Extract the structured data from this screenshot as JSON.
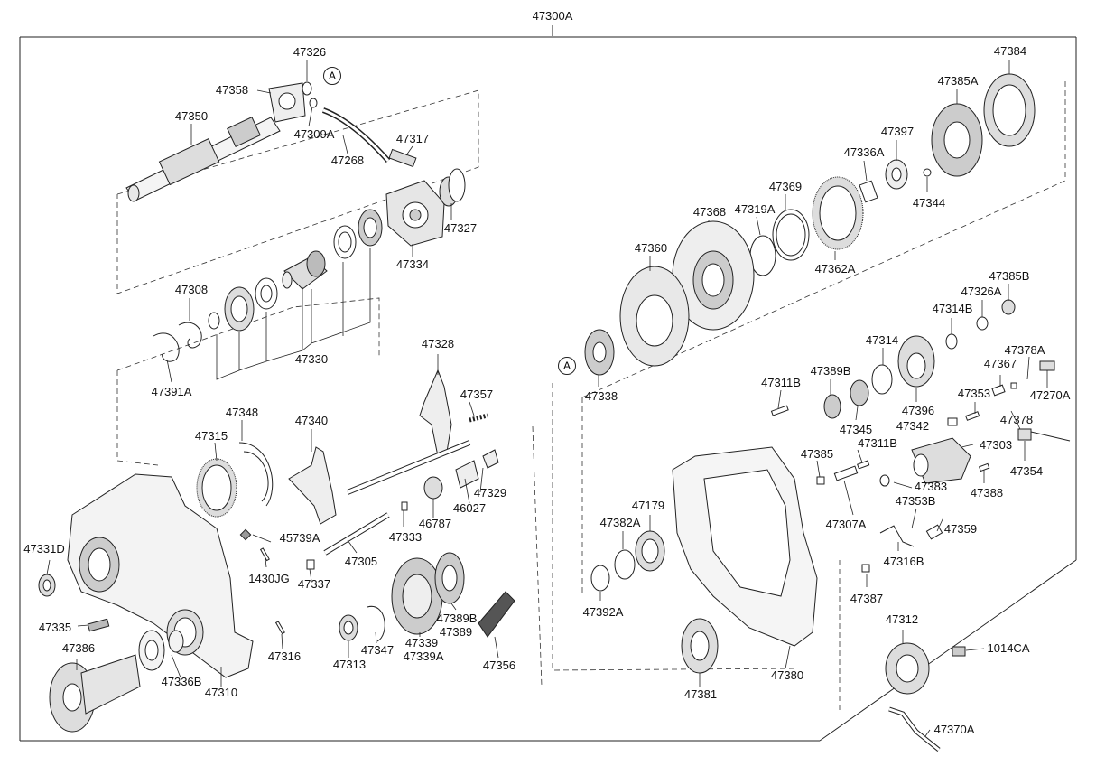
{
  "title": "47300A",
  "ref_marker": "A",
  "parts": {
    "p47326": "47326",
    "p47358": "47358",
    "p47350": "47350",
    "p47309A": "47309A",
    "p47317": "47317",
    "p47268": "47268",
    "p47327": "47327",
    "p47334": "47334",
    "p47308": "47308",
    "p47330": "47330",
    "p47391A": "47391A",
    "p47328": "47328",
    "p47357": "47357",
    "p47348": "47348",
    "p47340": "47340",
    "p47315": "47315",
    "p47329": "47329",
    "p46027": "46027",
    "p46787": "46787",
    "p47331D": "47331D",
    "p45739A": "45739A",
    "p47333": "47333",
    "p47305": "47305",
    "p1430JG": "1430JG",
    "p47337": "47337",
    "p47335": "47335",
    "p47386": "47386",
    "p47336B": "47336B",
    "p47310": "47310",
    "p47316": "47316",
    "p47313": "47313",
    "p47347": "47347",
    "p47339": "47339",
    "p47339A": "47339A",
    "p47389B": "47389B",
    "p47389": "47389",
    "p47356": "47356",
    "p47384": "47384",
    "p47385A": "47385A",
    "p47397": "47397",
    "p47336A": "47336A",
    "p47344": "47344",
    "p47369": "47369",
    "p47368": "47368",
    "p47319A": "47319A",
    "p47362A": "47362A",
    "p47360": "47360",
    "p47338": "47338",
    "p47385B": "47385B",
    "p47326A": "47326A",
    "p47314B": "47314B",
    "p47314": "47314",
    "p47378A": "47378A",
    "p47367": "47367",
    "p47270A": "47270A",
    "p47311B": "47311B",
    "p47389B_r": "47389B",
    "p47353": "47353",
    "p47396": "47396",
    "p47345": "47345",
    "p47342": "47342",
    "p47378": "47378",
    "p47303": "47303",
    "p47385": "47385",
    "p47311B_2": "47311B",
    "p47354": "47354",
    "p47383": "47383",
    "p47388": "47388",
    "p47353B": "47353B",
    "p47179": "47179",
    "p47382A": "47382A",
    "p47307A": "47307A",
    "p47359": "47359",
    "p47316B": "47316B",
    "p47392A": "47392A",
    "p47387": "47387",
    "p47312": "47312",
    "p1014CA": "1014CA",
    "p47381": "47381",
    "p47380": "47380",
    "p47370A": "47370A"
  }
}
